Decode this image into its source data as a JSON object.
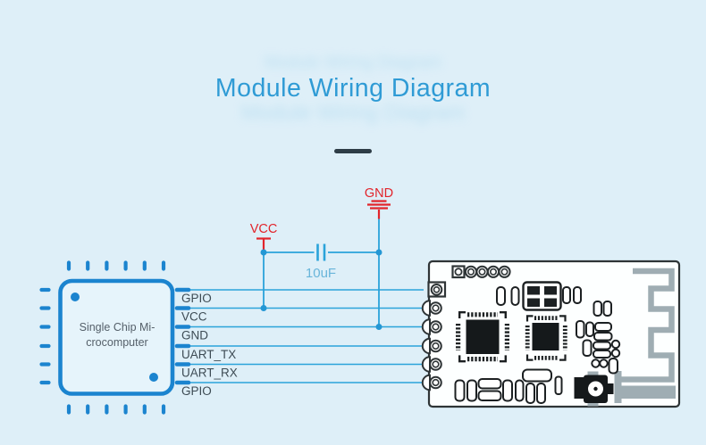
{
  "title": "Module Wiring Diagram",
  "chip": {
    "label_lines": [
      "Single Chip Mi-",
      "crocomputer"
    ]
  },
  "wires": [
    {
      "label": "GPIO"
    },
    {
      "label": "VCC"
    },
    {
      "label": "GND"
    },
    {
      "label": "UART_TX"
    },
    {
      "label": "UART_RX"
    },
    {
      "label": "GPIO"
    }
  ],
  "power": {
    "vcc_label": "VCC",
    "gnd_label": "GND",
    "capacitor_value": "10uF"
  },
  "colors": {
    "background": "#deeff8",
    "title_blue": "#2f9bd5",
    "wire_blue": "#2aa3da",
    "chip_blue": "#1b84cf",
    "net_red": "#e2242b",
    "capacitor_value_blue": "#68b5da",
    "wire_label_gray": "#3d4b54",
    "module_outline": "#2e3436",
    "module_fill": "#fdffff",
    "antenna_gray": "#9fadb3",
    "divider_dark": "#2e3d47"
  }
}
